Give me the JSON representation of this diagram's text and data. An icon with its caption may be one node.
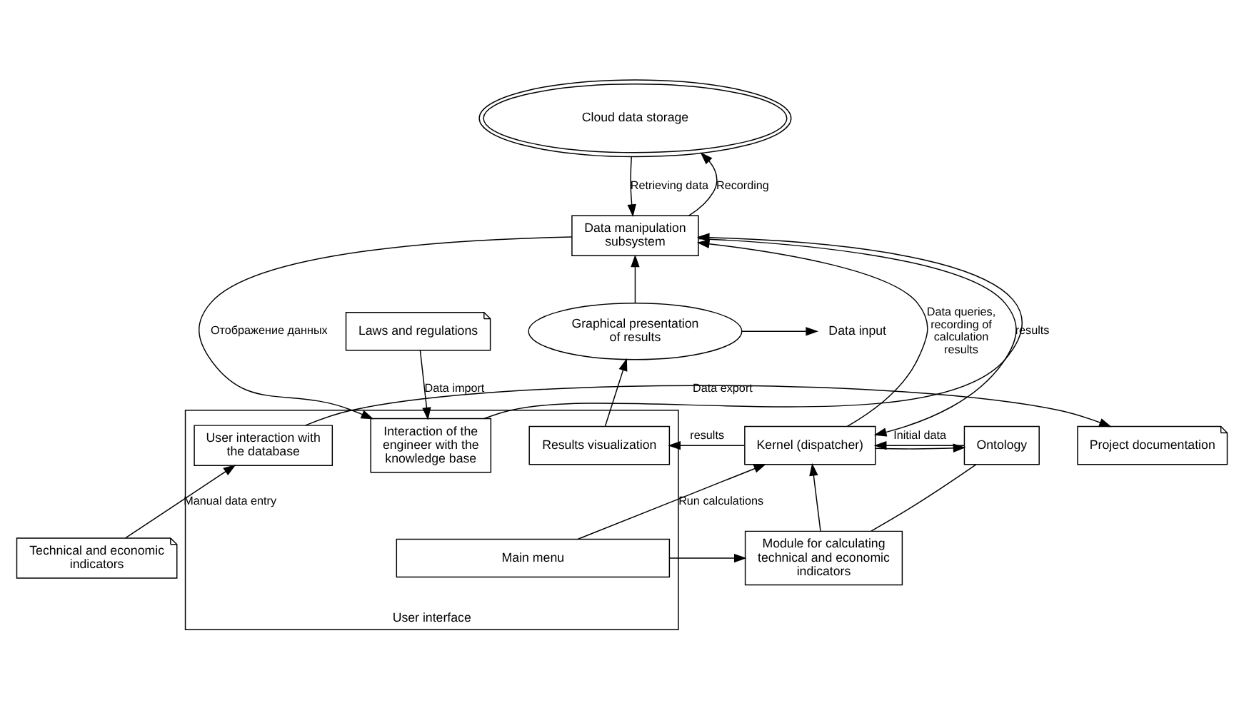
{
  "diagram": {
    "nodes": [
      {
        "text": [
          "Cloud data storage"
        ]
      },
      {
        "text": [
          "Data manipulation subsystem"
        ]
      },
      {
        "text": [
          "Graphical presentation of results"
        ]
      },
      {
        "text": [
          "Data input"
        ]
      },
      {
        "text": [
          "Ontology"
        ]
      },
      {
        "text": [
          "Kernel (dispatcher)"
        ]
      },
      {
        "text": [
          "User interface"
        ]
      },
      {
        "text": [
          "Results visualization"
        ],
        "in": 6
      },
      {
        "text": [
          "Interaction of the engineer with the knowledge base"
        ],
        "in": 6
      },
      {
        "text": [
          "User interaction with the database"
        ],
        "in": 6
      },
      {
        "text": [
          "Main menu"
        ],
        "in": 6
      },
      {
        "text": [
          "Module for calculating technical and economic indicators"
        ]
      },
      {
        "text": [
          "Laws and regulations"
        ]
      },
      {
        "text": [
          "Project documentation"
        ]
      },
      {
        "text": [
          "Technical and economic indicators"
        ]
      }
    ],
    "edges": [
      {
        "from": 0,
        "to": 1,
        "arrow": "to",
        "label": "Retrieving data"
      },
      {
        "from": 1,
        "to": 0,
        "arrow": "to",
        "label": "Recording"
      },
      {
        "from": 5,
        "to": 1,
        "arrow": "to",
        "label": "Data queries, recording of calculation results"
      },
      {
        "from": 1,
        "to": 5,
        "arrow": "to",
        "label": "results"
      },
      {
        "from": 2,
        "to": 1,
        "arrow": "to"
      },
      {
        "from": 2,
        "to": 3,
        "arrow": "to"
      },
      {
        "from": 7,
        "to": 2,
        "arrow": "to"
      },
      {
        "from": 8,
        "to": 1,
        "arrow": "to"
      },
      {
        "from": 1,
        "to": 8,
        "arrow": "to",
        "label": "Отображение данных"
      },
      {
        "from": 5,
        "to": 4,
        "arrow": "to"
      },
      {
        "from": 4,
        "to": 5,
        "arrow": "to",
        "label": "Initial data"
      },
      {
        "from": 5,
        "to": 7,
        "arrow": "to",
        "label": "results"
      },
      {
        "from": 12,
        "to": 8,
        "arrow": "to",
        "label": "Data import"
      },
      {
        "from": 10,
        "to": 5,
        "arrow": "to",
        "label": "Run calculations"
      },
      {
        "from": 9,
        "to": 13,
        "arrow": "to",
        "label": "Data export"
      },
      {
        "from": 14,
        "to": 9,
        "arrow": "to",
        "label": "Manual data entry"
      },
      {
        "from": 4,
        "to": 11,
        "arrow": "none"
      },
      {
        "from": 11,
        "to": 5,
        "arrow": "to"
      },
      {
        "from": 10,
        "to": 11,
        "arrow": "to"
      }
    ]
  }
}
